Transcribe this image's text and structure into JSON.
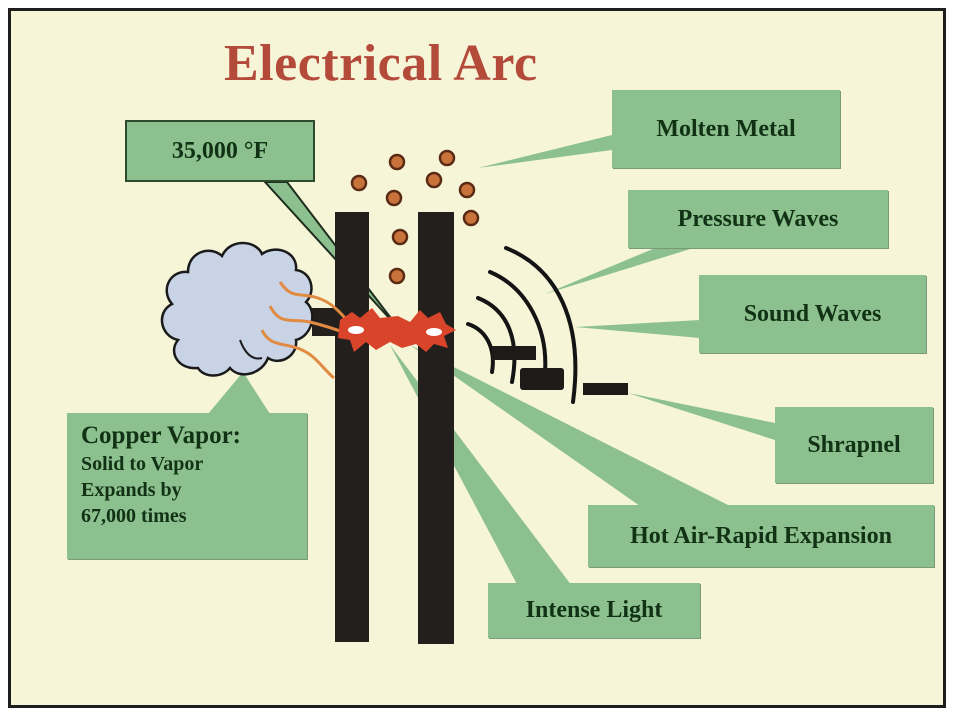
{
  "title": "Electrical Arc",
  "labels": {
    "temperature": "35,000 °F",
    "molten_metal": "Molten Metal",
    "pressure_waves": "Pressure Waves",
    "sound_waves": "Sound Waves",
    "shrapnel": "Shrapnel",
    "hot_air": "Hot Air-Rapid Expansion",
    "intense_light": "Intense Light",
    "copper_vapor": {
      "heading": "Copper Vapor:",
      "lines": [
        "Solid to Vapor",
        "Expands by",
        "67,000 times"
      ]
    }
  },
  "colors": {
    "background": "#f6f5d8",
    "title": "#b34a3a",
    "label_fill": "#8cc08e",
    "label_text": "#123215",
    "electrode": "#231f1c",
    "arc": "#d9452b",
    "droplet": "#c9733c",
    "cloud": "#c9d3e6",
    "vapor_stream": "#e08a42"
  }
}
